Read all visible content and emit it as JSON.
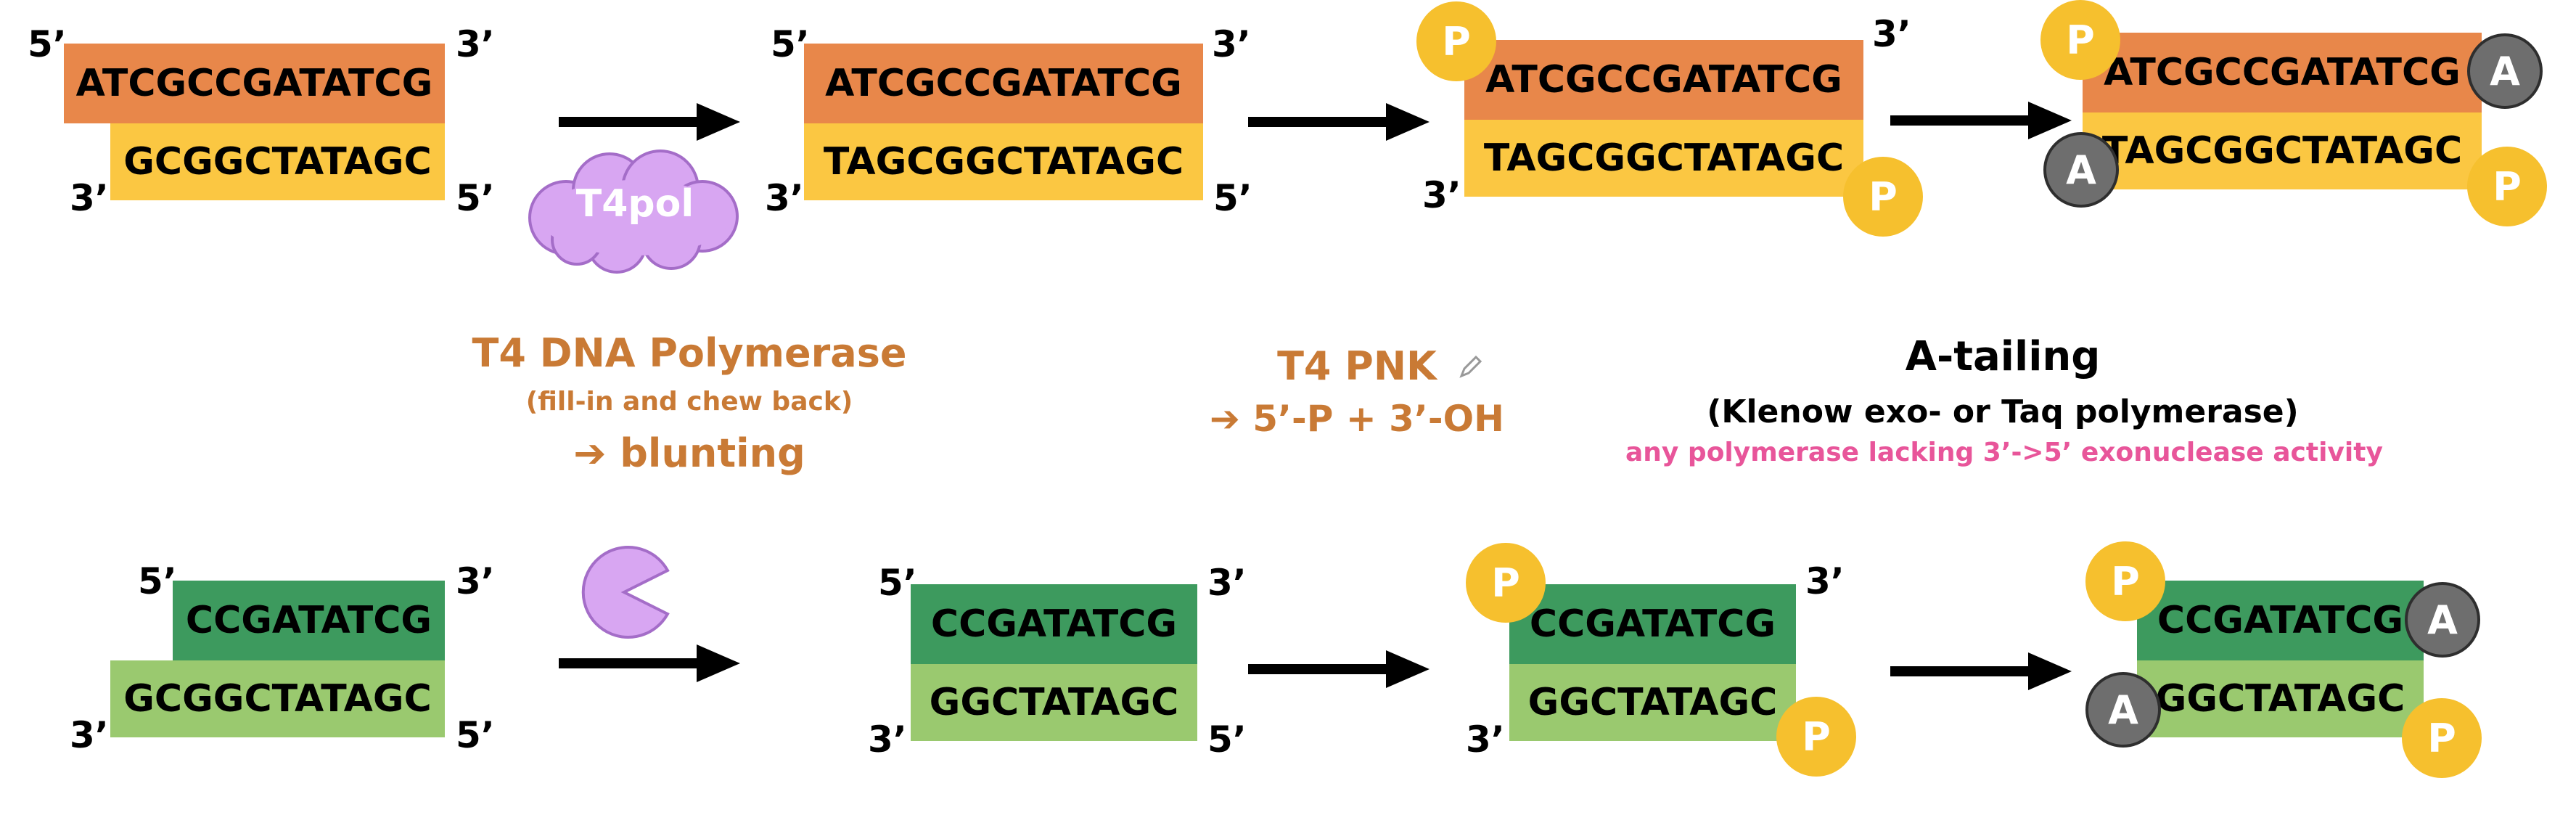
{
  "colors": {
    "top_strand": "#E8874A",
    "bottom_strand": "#FBC742",
    "green_top": "#3D9A5E",
    "green_bottom": "#9AC96F",
    "phosphate": "#F6C02E",
    "adenine": "#6E6E6E",
    "enzyme": "#D8A6F2",
    "enzyme_text": "#C97A35",
    "note_pink": "#E8559A"
  },
  "labels": {
    "five_prime": "5’",
    "three_prime": "3’"
  },
  "top_row": {
    "step1": {
      "top_seq": "ATCGCCGATATCG",
      "bottom_seq": "GCGGCTATAGC"
    },
    "step2": {
      "top_seq": "ATCGCCGATATCG",
      "bottom_seq": "TAGCGGCTATAGC"
    },
    "step3": {
      "top_seq": "ATCGCCGATATCG",
      "bottom_seq": "TAGCGGCTATAGC"
    },
    "step4": {
      "top_seq": "ATCGCCGATATCG",
      "bottom_seq": "TAGCGGCTATAGC"
    }
  },
  "bottom_row": {
    "step1": {
      "top_seq": "CCGATATCG",
      "bottom_seq": "GCGGCTATAGC"
    },
    "step2": {
      "top_seq": "CCGATATCG",
      "bottom_seq": "GGCTATAGC"
    },
    "step3": {
      "top_seq": "CCGATATCG",
      "bottom_seq": "GGCTATAGC"
    },
    "step4": {
      "top_seq": "CCGATATCG",
      "bottom_seq": "GGCTATAGC"
    }
  },
  "badges": {
    "phosphate": "P",
    "adenine": "A"
  },
  "enzymes": {
    "t4pol_cloud": "T4pol",
    "polymerase_title": "T4 DNA Polymerase",
    "polymerase_sub": "(fill-in and chew back)",
    "polymerase_result": "➔ blunting",
    "pnk_title": "T4 PNK",
    "pnk_result": "➔ 5’-P + 3’-OH",
    "atail_title": "A-tailing",
    "atail_sub": "(Klenow exo- or Taq polymerase)",
    "atail_note": "any polymerase lacking 3’->5’ exonuclease activity"
  }
}
